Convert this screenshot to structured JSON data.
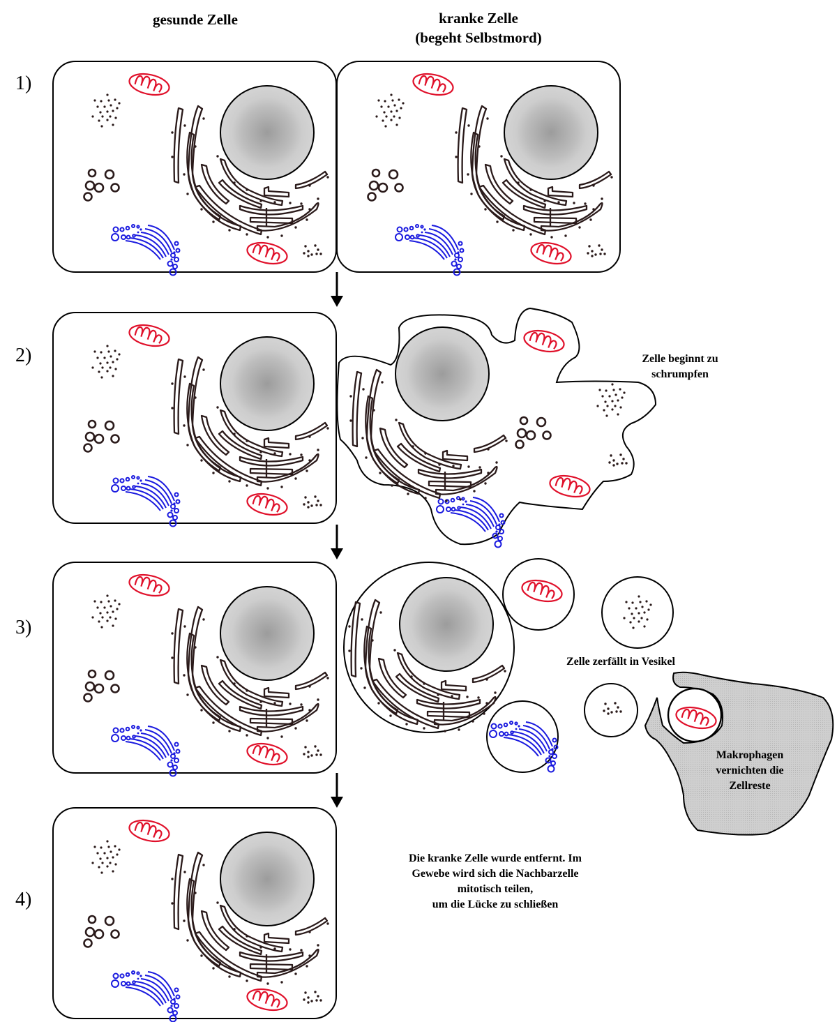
{
  "headers": {
    "healthy": "gesunde Zelle",
    "sick_line1": "kranke Zelle",
    "sick_line2": "(begeht Selbstmord)"
  },
  "steps": [
    {
      "label": "1)"
    },
    {
      "label": "2)"
    },
    {
      "label": "3)"
    },
    {
      "label": "4)"
    }
  ],
  "annotations": {
    "shrinking_line1": "Zelle beginnt zu",
    "shrinking_line2": "schrumpfen",
    "vesicles": "Zelle zerfällt in Vesikel",
    "macrophage_line1": "Makrophagen",
    "macrophage_line2": "vernichten die",
    "macrophage_line3": "Zellreste",
    "removed_line1": "Die kranke Zelle wurde entfernt. Im",
    "removed_line2": "Gewebe wird sich die Nachbarzelle",
    "removed_line3": "mitotisch teilen,",
    "removed_line4": "um die Lücke zu schließen"
  },
  "colors": {
    "outline": "#000000",
    "mitochondrion": "#e0102a",
    "golgi": "#1a1adf",
    "er": "#3a2a2a",
    "nucleus_outer": "#cfcfcf",
    "nucleus_inner": "#a0a0a0",
    "macrophage": "#cccccc"
  }
}
